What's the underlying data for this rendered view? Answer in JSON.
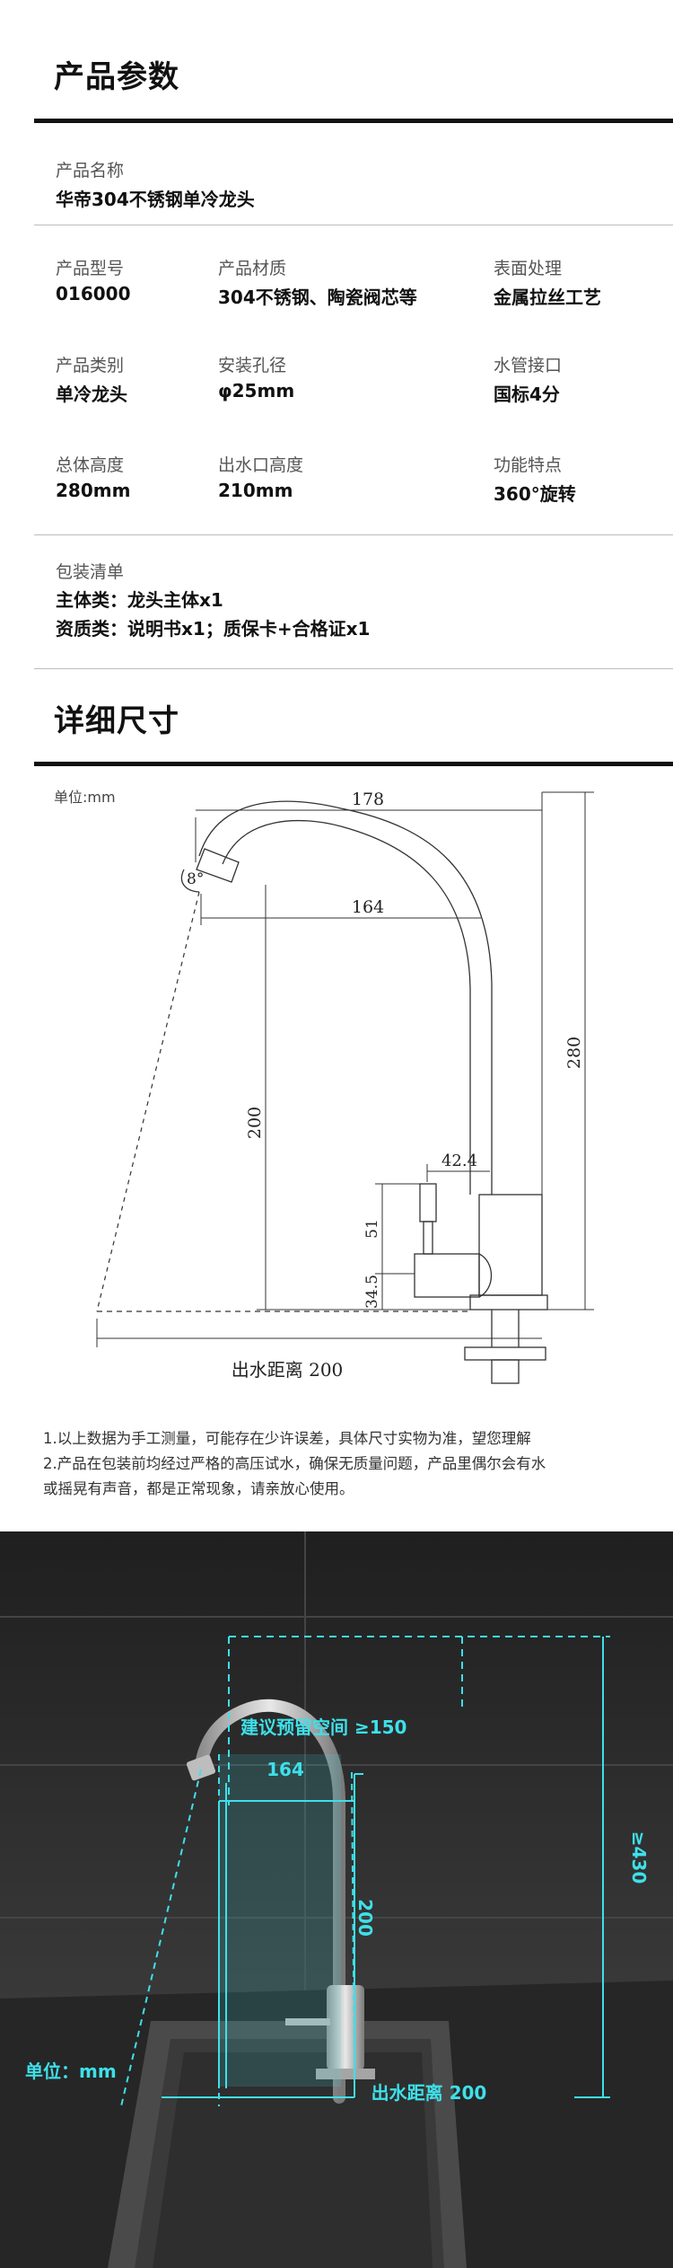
{
  "sections": {
    "params_title": "产品参数",
    "dims_title": "详细尺寸"
  },
  "params": {
    "name": {
      "label": "产品名称",
      "value": "华帝304不锈钢单冷龙头"
    },
    "grid": [
      {
        "label": "产品型号",
        "value": "016000"
      },
      {
        "label": "产品材质",
        "value": "304不锈钢、陶瓷阀芯等"
      },
      {
        "label": "表面处理",
        "value": "金属拉丝工艺"
      },
      {
        "label": "产品类别",
        "value": "单冷龙头"
      },
      {
        "label": "安装孔径",
        "value": "φ25mm"
      },
      {
        "label": "水管接口",
        "value": "国标4分"
      },
      {
        "label": "总体高度",
        "value": "280mm"
      },
      {
        "label": "出水口高度",
        "value": "210mm"
      },
      {
        "label": "功能特点",
        "value": "360°旋转"
      }
    ],
    "package": {
      "label": "包装清单",
      "line1": "主体类：龙头主体x1",
      "line2": "资质类：说明书x1；质保卡+合格证x1"
    }
  },
  "drawing": {
    "unit": "单位:mm",
    "dim_178": "178",
    "dim_164": "164",
    "dim_280": "280",
    "dim_200": "200",
    "dim_42_4": "42.4",
    "dim_51": "51",
    "dim_34_5": "34.5",
    "angle": "8°",
    "outlet_distance": "出水距离 200"
  },
  "notes": {
    "line1": "1.以上数据为手工测量，可能存在少许误差，具体尺寸实物为准，望您理解",
    "line2": "2.产品在包装前均经过严格的高压试水，确保无质量问题，产品里偶尔会有水",
    "line3": "或摇晃有声音，都是正常现象，请亲放心使用。"
  },
  "photo": {
    "reserve": "建议预留空间 ≥150",
    "height": "≥430",
    "dim_164": "164",
    "dim_200": "200",
    "unit": "单位：mm",
    "outlet": "出水距离 200",
    "accent": "#3ee0ea"
  }
}
